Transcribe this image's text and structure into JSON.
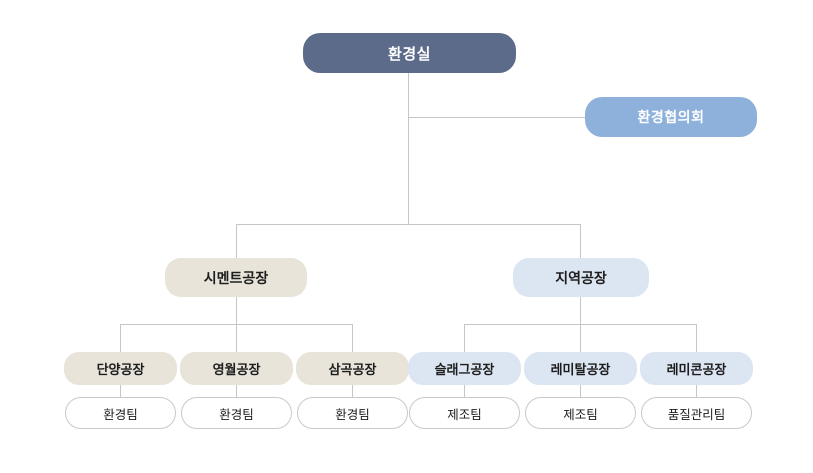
{
  "chart_title": "",
  "colors": {
    "root_bg": "#5c6b8a",
    "advisory_bg": "#8eb1db",
    "beige_bg": "#e8e4d9",
    "blue_bg": "#dce6f2",
    "team_bg": "#ffffff",
    "team_border": "#c9c9c9",
    "connector": "#c6c6c6",
    "root_text": "#ffffff",
    "node_text": "#1d1d1d",
    "page_bg": "#ffffff"
  },
  "org": {
    "root": {
      "label": "환경실"
    },
    "advisory": {
      "label": "환경협의회"
    },
    "divisions": [
      {
        "label": "시멘트공장",
        "style": "beige",
        "plants": [
          {
            "label": "단양공장",
            "team": "환경팀"
          },
          {
            "label": "영월공장",
            "team": "환경팀"
          },
          {
            "label": "삼곡공장",
            "team": "환경팀"
          }
        ]
      },
      {
        "label": "지역공장",
        "style": "blue",
        "plants": [
          {
            "label": "슬래그공장",
            "team": "제조팀"
          },
          {
            "label": "레미탈공장",
            "team": "제조팀"
          },
          {
            "label": "레미콘공장",
            "team": "품질관리팀"
          }
        ]
      }
    ]
  }
}
